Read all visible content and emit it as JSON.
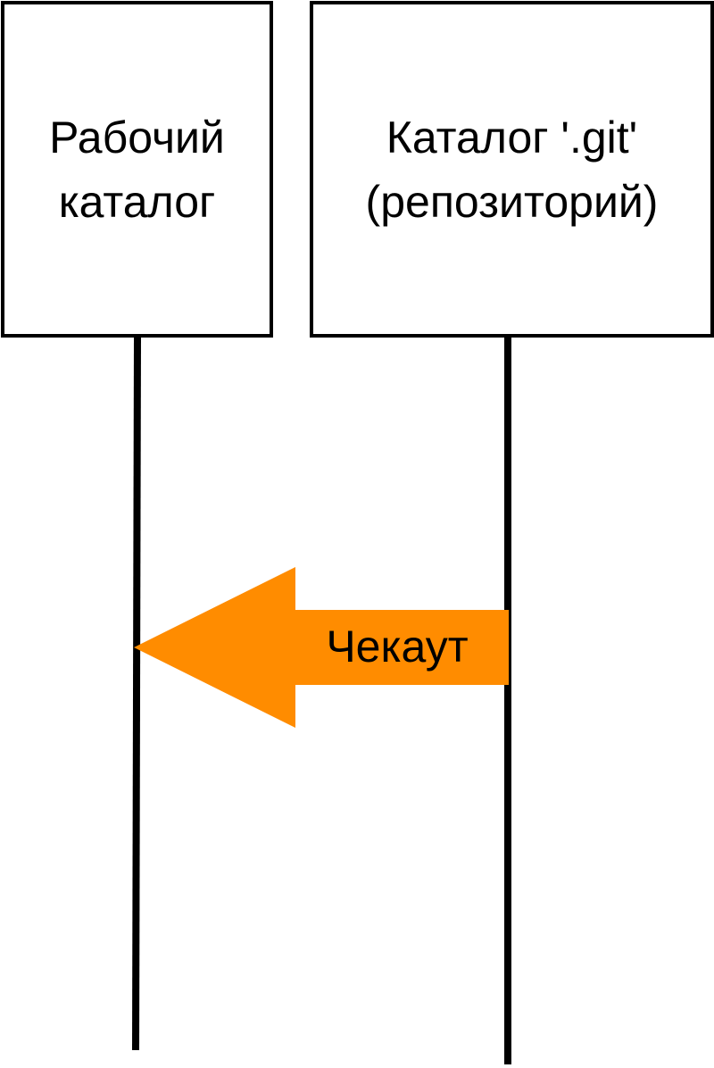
{
  "participants": {
    "working_dir": {
      "line1": "Рабочий",
      "line2": "каталог"
    },
    "repository": {
      "line1": "Каталог '.git'",
      "line2": "(репозиторий)"
    }
  },
  "message": {
    "label": "Чекаут",
    "direction": "repository-to-working-dir",
    "color": "#FF8C00"
  },
  "colors": {
    "lines": "#000000",
    "box_border": "#000000",
    "background": "#FFFFFF"
  }
}
